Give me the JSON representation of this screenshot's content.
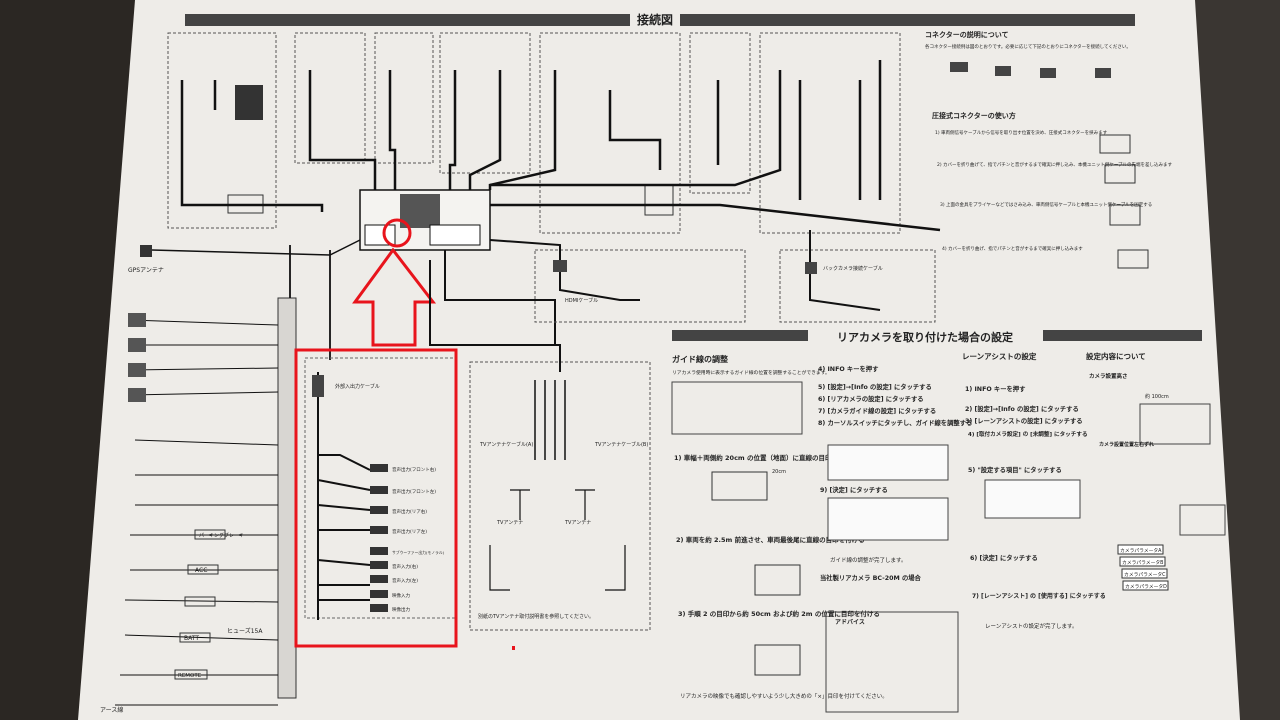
{
  "header": {
    "title": "接続図"
  },
  "connector_section": {
    "title": "コネクターの説明について",
    "intro": "各コネクター接続例は図のとおりです。必要に応じて下記のとおりにコネクターを接続してください。",
    "crimp_title": "圧接式コネクターの使い方",
    "steps": [
      "1) 車両側信号ケーブルから信号を取り出す位置を決め、圧接式コネクターを挟みます",
      "2) カバーを折り曲げて、指でパチンと音がするまで確実に押し込み、本機ユニット側ケーブルの先端を差し込みます",
      "3) 上面の金具をプライヤーなどではさみ込み、車両側信号ケーブルと本機ユニット側ケーブルを固定する",
      "4) カバーを折り曲げ、指でパチンと音がするまで確実に押し込みます"
    ]
  },
  "left_labels": {
    "gps_antenna": "GPSアンテナ",
    "parking": "パーキングブレーキ",
    "acc": "ACC",
    "batt": "BATT",
    "fuse": "ヒューズ15A",
    "remote": "REMOTE",
    "ground": "アース線"
  },
  "center_labels": {
    "aux_cable": "外部入出力ケーブル",
    "outputs": [
      "音声出力(フロント右)",
      "音声出力(フロント左)",
      "音声出力(リア右)",
      "音声出力(リア左)",
      "サブウーファー出力(モノラル)",
      "音声入力(右)",
      "音声入力(左)",
      "映像入力",
      "映像出力"
    ],
    "tv_antenna_note": "別紙のTVアンテナ取付説明書を参照してください。",
    "tv_cable_a": "TVアンテナケーブル(A)",
    "tv_cable_b": "TVアンテナケーブル(B)",
    "tv_antenna": "TVアンテナ",
    "hdmi": "HDMIケーブル",
    "back_camera": "バックカメラ接続ケーブル"
  },
  "rear_camera": {
    "title": "リアカメラを取り付けた場合の設定",
    "guide": {
      "title": "ガイド線の調整",
      "desc": "リアカメラ使用時に表示するガイド線の位置を調整することができます。",
      "step1": "1) 車幅＋両側約 20cm の位置（地面）に直線の目印を付ける",
      "step2": "2) 車両を約 2.5m 前進させ、車両最後尾に直線の目印を付ける",
      "step3": "3) 手順 2 の目印から約 50cm および約 2m の位置に目印を付ける",
      "note": "リアカメラの映像でも確認しやすいよう少し大きめの「×」目印を付けてください。",
      "dim": "20cm"
    },
    "middle": {
      "s4": "4) INFO キーを押す",
      "s5": "5) [設定]→[Info の設定] にタッチする",
      "s6": "6) [リアカメラの設定] にタッチする",
      "s7": "7) [カメラガイド線の設定] にタッチする",
      "s8": "8) カーソルスイッチにタッチし、ガイド線を調整する",
      "s9": "9) [決定] にタッチする",
      "done": "ガイド線の調整が完了します。",
      "bc20m": "当社製リアカメラ BC-20M の場合",
      "advice": "アドバイス"
    },
    "lane": {
      "title": "レーンアシストの設定",
      "s1": "1) INFO キーを押す",
      "s2": "2) [設定]→[Info の設定] にタッチする",
      "s3": "3) [レーンアシストの設定] にタッチする",
      "s4": "4) [取付カメラ設定] の [未調整] にタッチする",
      "s5": "5) \"設定する項目\" にタッチする",
      "s6": "6) [決定] にタッチする",
      "s7": "7) [レーンアシスト] の [使用する] にタッチする",
      "done": "レーンアシストの設定が完了します。"
    },
    "settings": {
      "title": "設定内容について",
      "camera_height": "カメラ設置高さ",
      "camera_offset": "カメラ設置位置左右ずれ",
      "params": [
        "カメラパラメータA",
        "カメラパラメータB",
        "カメラパラメータC",
        "カメラパラメータD"
      ],
      "distance": "約 100cm"
    }
  },
  "colors": {
    "paper": "#efedea",
    "highlight": "#e8141c",
    "ink": "#151515"
  }
}
